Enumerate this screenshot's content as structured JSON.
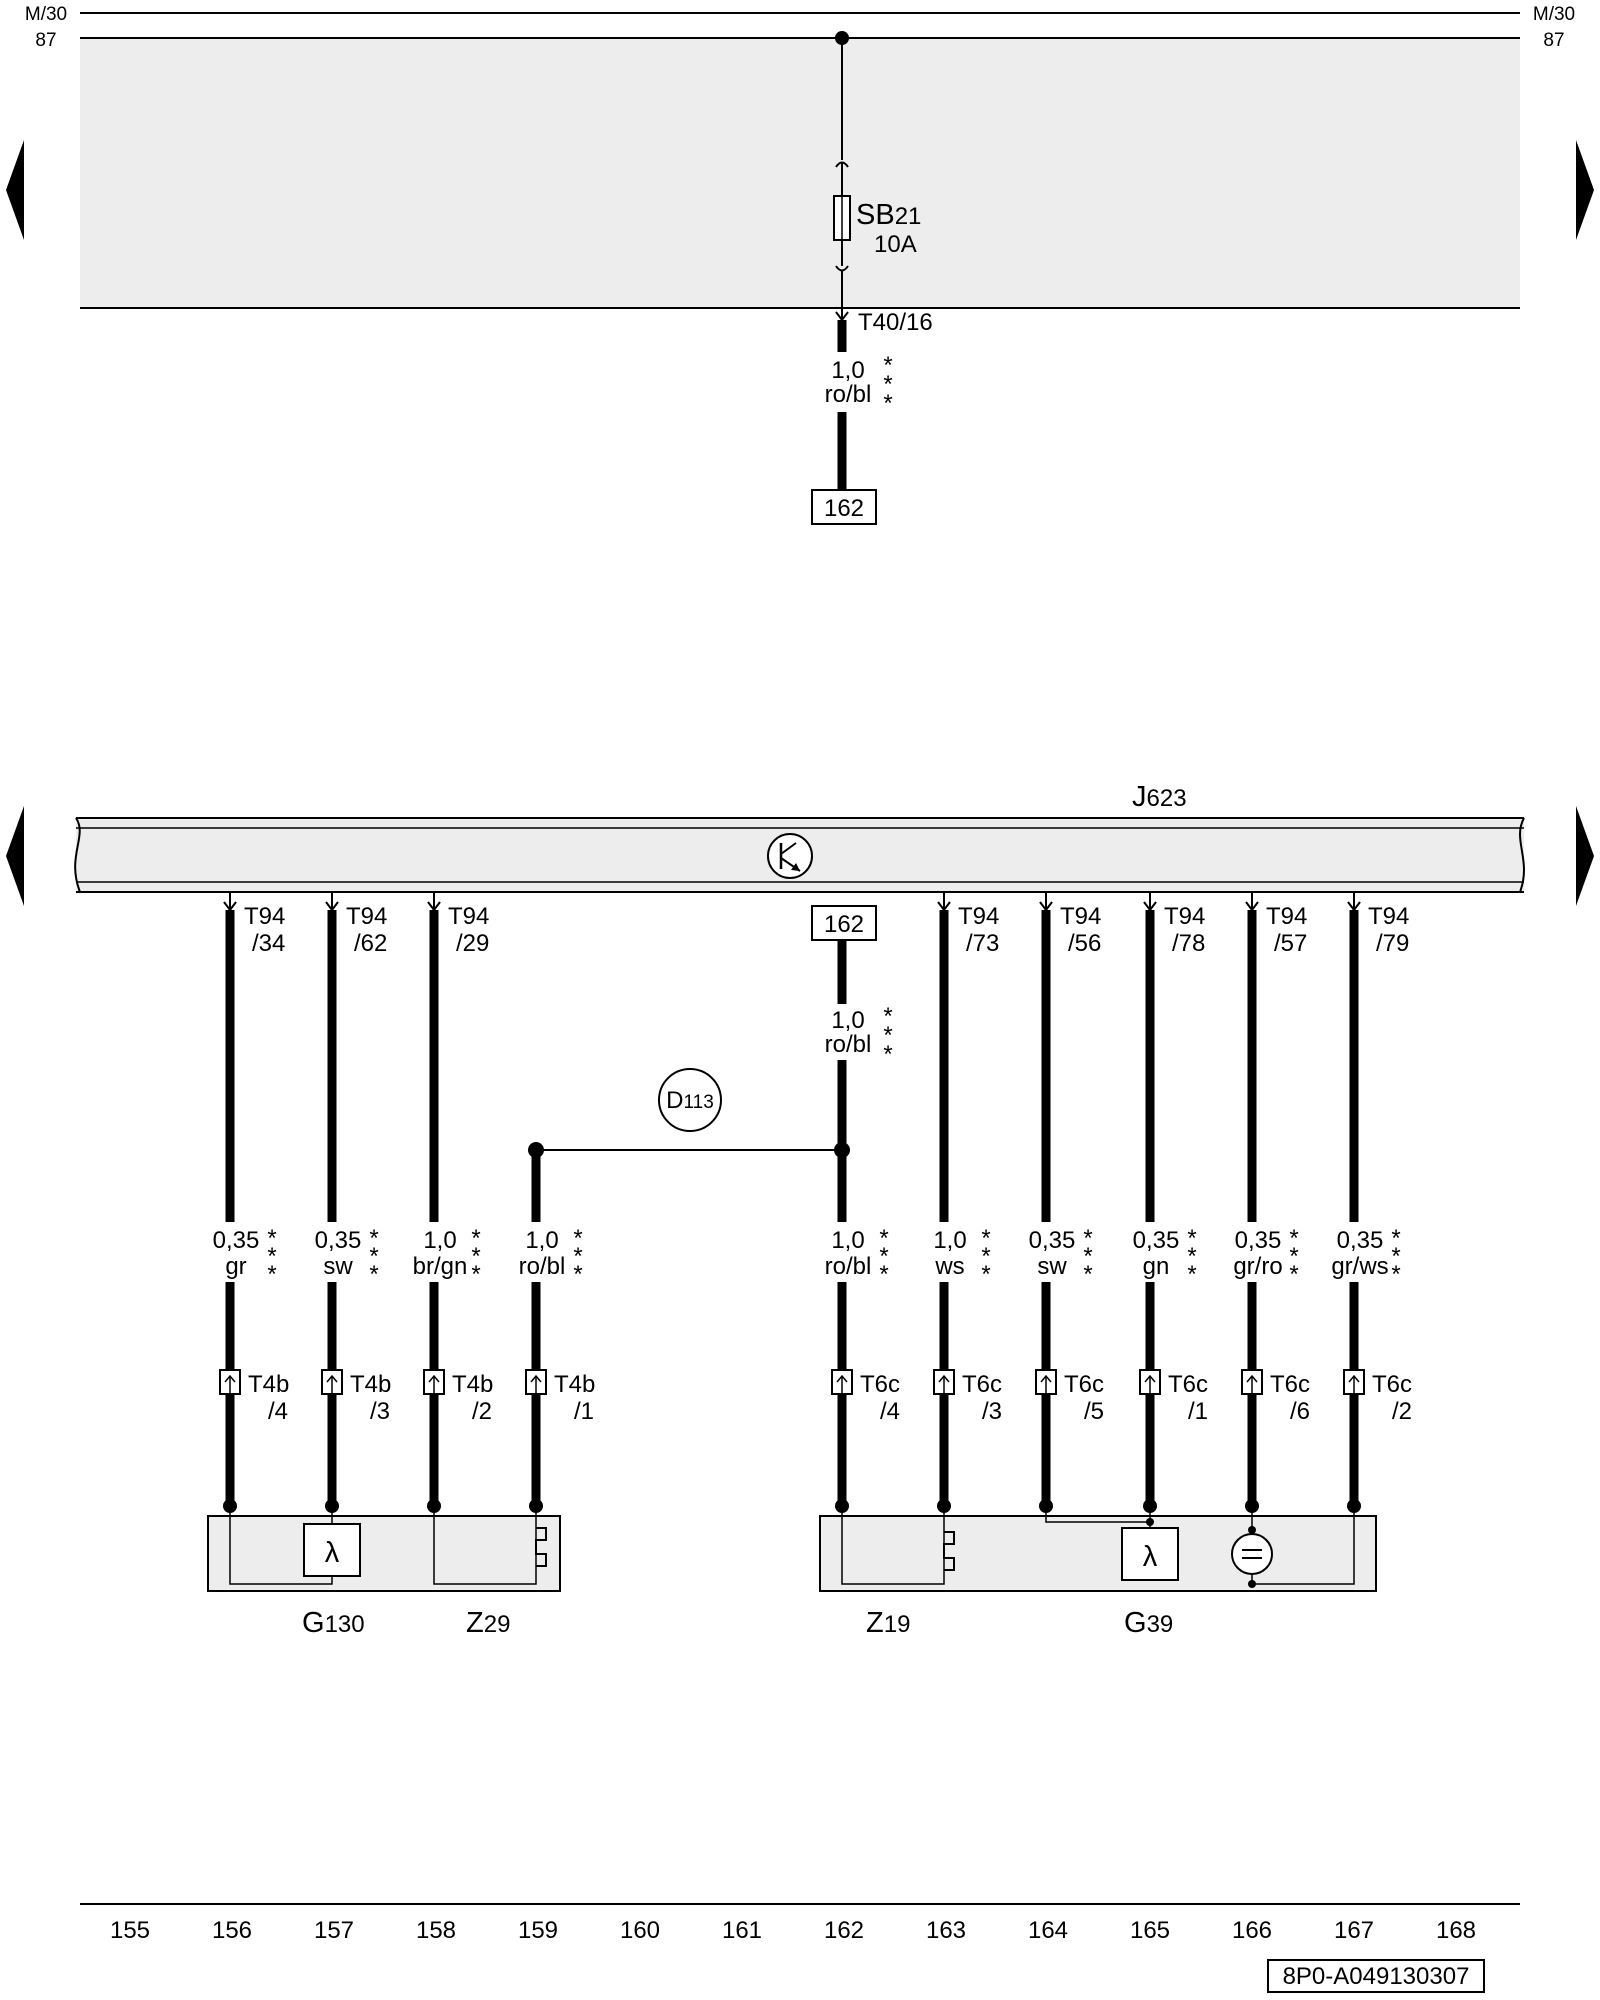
{
  "rails": {
    "left_top": "M/30",
    "left_bottom": "87",
    "right_top": "M/30",
    "right_bottom": "87"
  },
  "fuse": {
    "name": "SB",
    "sub": "21",
    "rating": "10A",
    "connector": "T40/16"
  },
  "top_wire": {
    "size": "1,0",
    "color": "ro/bl",
    "ref": "162"
  },
  "ecu": {
    "name": "J",
    "sub": "623"
  },
  "ecu_ref": "162",
  "splice": {
    "name": "D",
    "sub": "113"
  },
  "feed_wire": {
    "size": "1,0",
    "color": "ro/bl"
  },
  "wires": [
    {
      "pin_top": "T94",
      "pin_bottom": "/34",
      "size": "0,35",
      "color": "gr",
      "conn_top": "T4b",
      "conn_bottom": "/4"
    },
    {
      "pin_top": "T94",
      "pin_bottom": "/62",
      "size": "0,35",
      "color": "sw",
      "conn_top": "T4b",
      "conn_bottom": "/3"
    },
    {
      "pin_top": "T94",
      "pin_bottom": "/29",
      "size": "1,0",
      "color": "br/gn",
      "conn_top": "T4b",
      "conn_bottom": "/2"
    },
    {
      "pin_top": "",
      "pin_bottom": "",
      "size": "1,0",
      "color": "ro/bl",
      "conn_top": "T4b",
      "conn_bottom": "/1"
    },
    {
      "pin_top": "",
      "pin_bottom": "",
      "size": "1,0",
      "color": "ro/bl",
      "conn_top": "T6c",
      "conn_bottom": "/4"
    },
    {
      "pin_top": "T94",
      "pin_bottom": "/73",
      "size": "1,0",
      "color": "ws",
      "conn_top": "T6c",
      "conn_bottom": "/3"
    },
    {
      "pin_top": "T94",
      "pin_bottom": "/56",
      "size": "0,35",
      "color": "sw",
      "conn_top": "T6c",
      "conn_bottom": "/5"
    },
    {
      "pin_top": "T94",
      "pin_bottom": "/78",
      "size": "0,35",
      "color": "gn",
      "conn_top": "T6c",
      "conn_bottom": "/1"
    },
    {
      "pin_top": "T94",
      "pin_bottom": "/57",
      "size": "0,35",
      "color": "gr/ro",
      "conn_top": "T6c",
      "conn_bottom": "/6"
    },
    {
      "pin_top": "T94",
      "pin_bottom": "/79",
      "size": "0,35",
      "color": "gr/ws",
      "conn_top": "T6c",
      "conn_bottom": "/2"
    }
  ],
  "components": {
    "g130": {
      "name": "G",
      "sub": "130"
    },
    "z29": {
      "name": "Z",
      "sub": "29"
    },
    "z19": {
      "name": "Z",
      "sub": "19"
    },
    "g39": {
      "name": "G",
      "sub": "39"
    },
    "lambda_symbol": "λ"
  },
  "scale": [
    "155",
    "156",
    "157",
    "158",
    "159",
    "160",
    "161",
    "162",
    "163",
    "164",
    "165",
    "166",
    "167",
    "168"
  ],
  "doc_id": "8P0-A049130307"
}
